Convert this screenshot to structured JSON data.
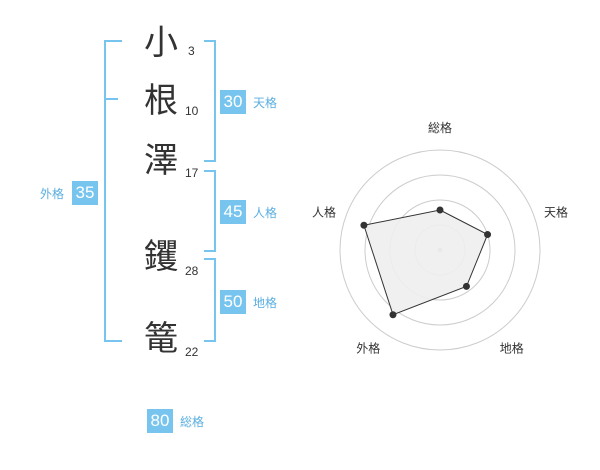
{
  "name_chars": [
    {
      "char": "小",
      "strokes": "3"
    },
    {
      "char": "根",
      "strokes": "10"
    },
    {
      "char": "澤",
      "strokes": "17"
    },
    {
      "char": "钁",
      "strokes": "28"
    },
    {
      "char": "篭",
      "strokes": "22"
    }
  ],
  "fortune": {
    "tenkaku": {
      "label": "天格",
      "value": "30"
    },
    "jinkaku": {
      "label": "人格",
      "value": "45"
    },
    "chikaku": {
      "label": "地格",
      "value": "50"
    },
    "gaikaku": {
      "label": "外格",
      "value": "35"
    },
    "soukaku": {
      "label": "総格",
      "value": "80"
    }
  },
  "chart_data": {
    "type": "radar",
    "axes": [
      "総格",
      "天格",
      "地格",
      "外格",
      "人格"
    ],
    "values": [
      0.4,
      0.5,
      0.45,
      0.8,
      0.8
    ],
    "rings": 4,
    "colors": {
      "fill": "#eeeeee",
      "line": "#333333",
      "grid": "#cccccc",
      "accent": "#77c5ee"
    }
  }
}
